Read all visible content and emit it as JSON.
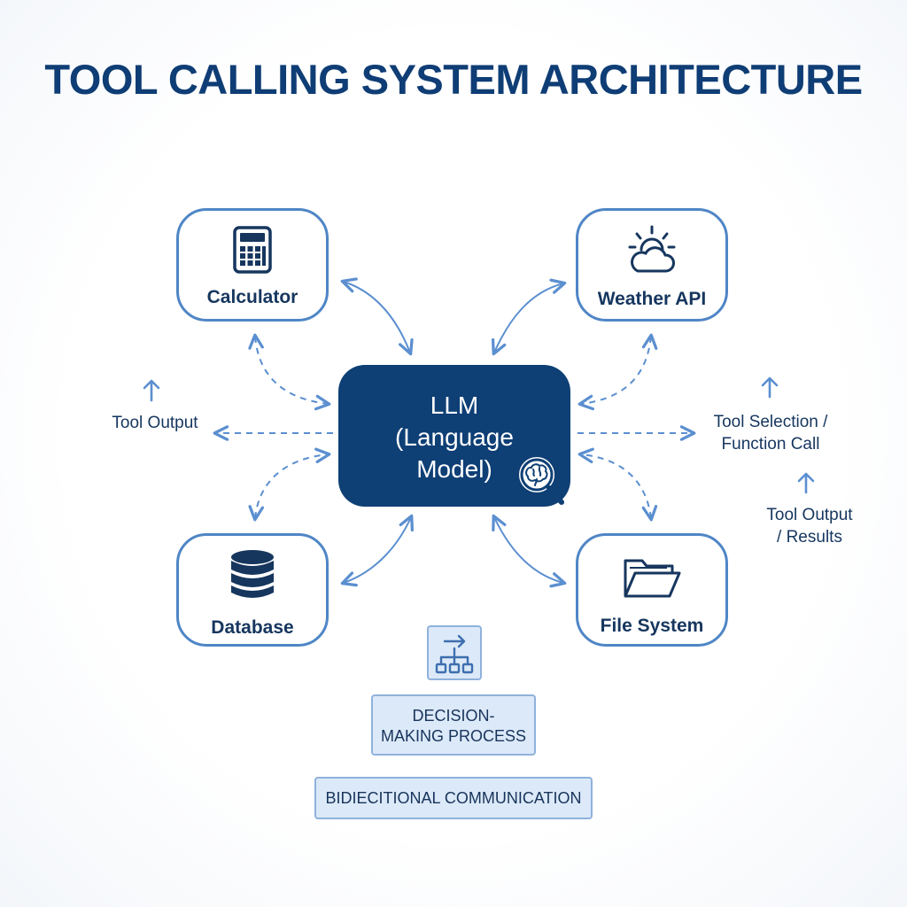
{
  "title": "TOOL CALLING SYSTEM ARCHITECTURE",
  "llm": {
    "line1": "LLM",
    "line2": "(Language",
    "line3": "Model)",
    "icon": "brain-magnifier-icon"
  },
  "tools": {
    "calculator": {
      "label": "Calculator",
      "icon": "calculator-icon"
    },
    "weather": {
      "label": "Weather API",
      "icon": "weather-sun-cloud-icon"
    },
    "database": {
      "label": "Database",
      "icon": "database-icon"
    },
    "filesystem": {
      "label": "File System",
      "icon": "folder-icon"
    }
  },
  "side_labels": {
    "left_output": "Tool Output",
    "right_selection_line1": "Tool Selection /",
    "right_selection_line2": "Function Call",
    "right_output_line1": "Tool Output",
    "right_output_line2": "/ Results"
  },
  "bottom": {
    "decision_icon": "flowchart-icon",
    "decision_line1": "DECISION-",
    "decision_line2": "MAKING PROCESS",
    "bidirectional": "BIDIECITIONAL COMMUNICATION"
  },
  "colors": {
    "title": "#0f3d75",
    "llm_fill": "#0e3f75",
    "tool_border": "#4f86c6",
    "arrow": "#5b8fd0",
    "pill_fill": "#dce9f8"
  }
}
